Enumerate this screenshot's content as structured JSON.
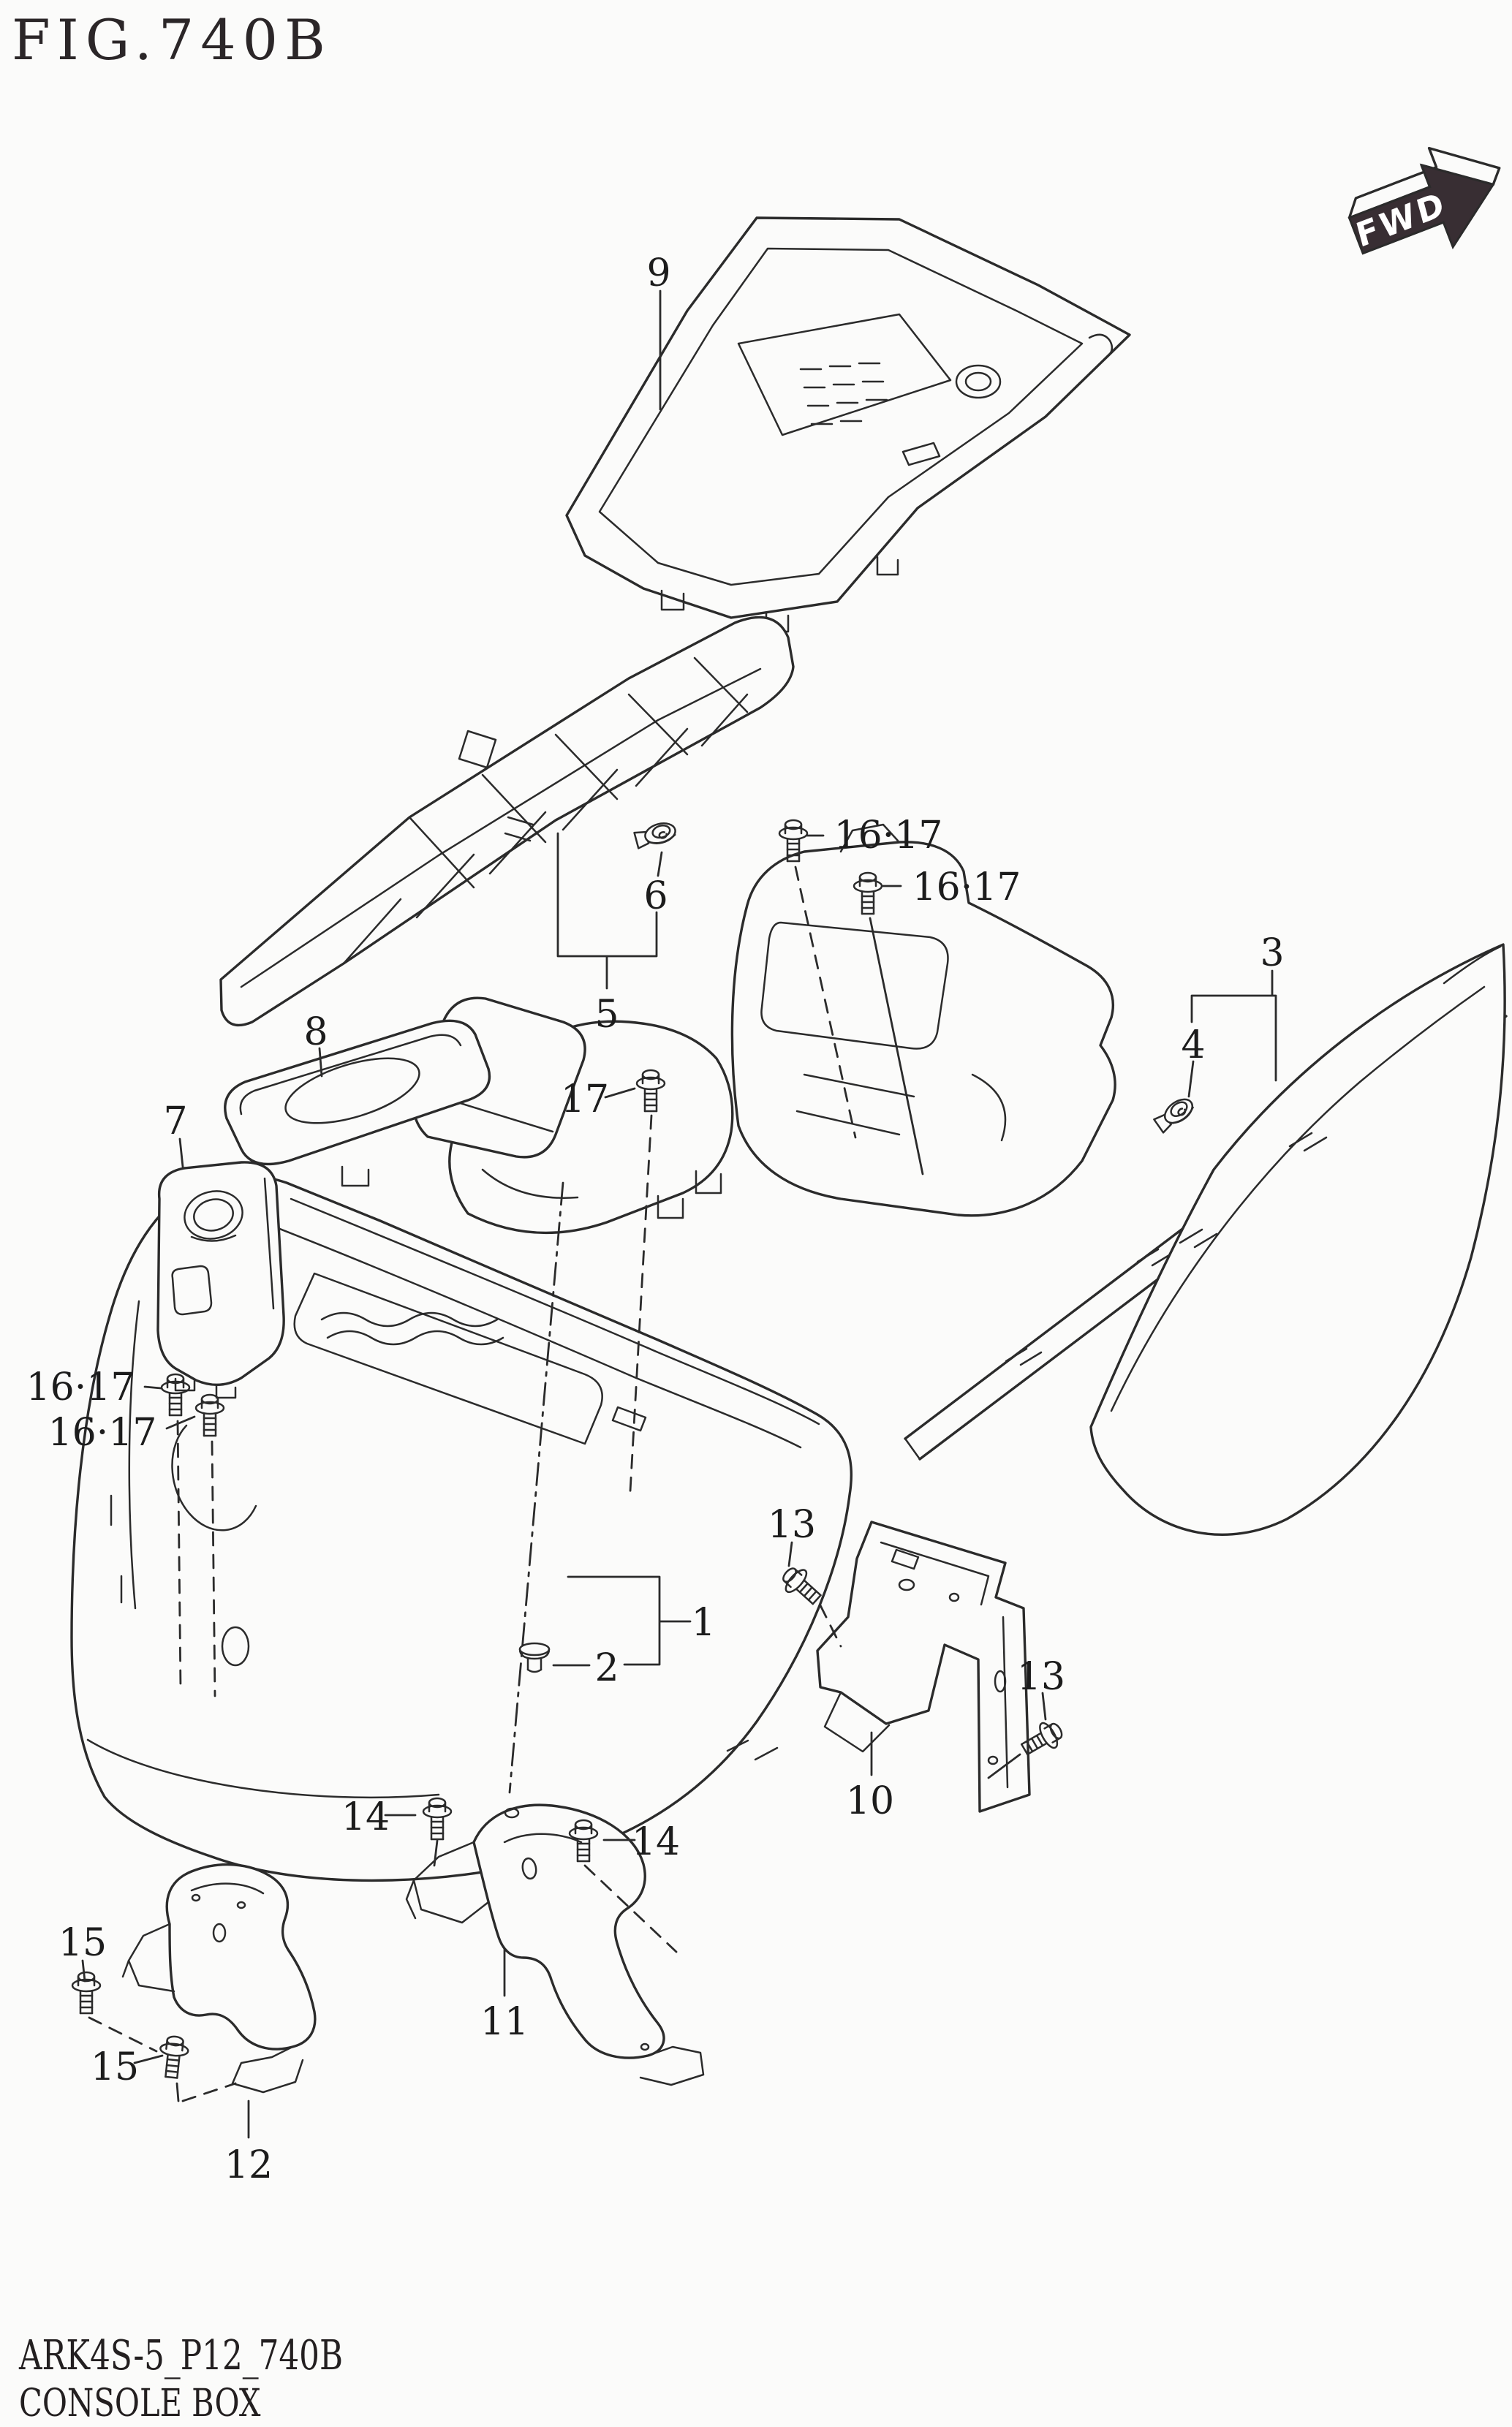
{
  "figure": {
    "id": "FIG.740B"
  },
  "orientation": {
    "label": "FWD"
  },
  "footer": {
    "code": "ARK4S-5_P12_740B",
    "caption": "CONSOLE BOX"
  },
  "colors": {
    "ink": "#2b2b2b",
    "paper": "#fbfbfa",
    "badge": "#382e33"
  },
  "icons": {
    "bolt": "hex-flange-screw",
    "pin": "push-pin-clip",
    "trim_clip": "panel-trim-clip",
    "fwd_arrow": "forward-direction-arrow"
  },
  "callouts": [
    {
      "label": "9"
    },
    {
      "label": "16·17"
    },
    {
      "label": "16·17"
    },
    {
      "label": "6"
    },
    {
      "label": "5"
    },
    {
      "label": "8"
    },
    {
      "label": "7"
    },
    {
      "label": "17"
    },
    {
      "label": "3"
    },
    {
      "label": "4"
    },
    {
      "label": "16·17"
    },
    {
      "label": "16·17"
    },
    {
      "label": "13"
    },
    {
      "label": "1"
    },
    {
      "label": "2"
    },
    {
      "label": "13"
    },
    {
      "label": "10"
    },
    {
      "label": "14"
    },
    {
      "label": "14"
    },
    {
      "label": "15"
    },
    {
      "label": "11"
    },
    {
      "label": "15"
    },
    {
      "label": "12"
    }
  ]
}
